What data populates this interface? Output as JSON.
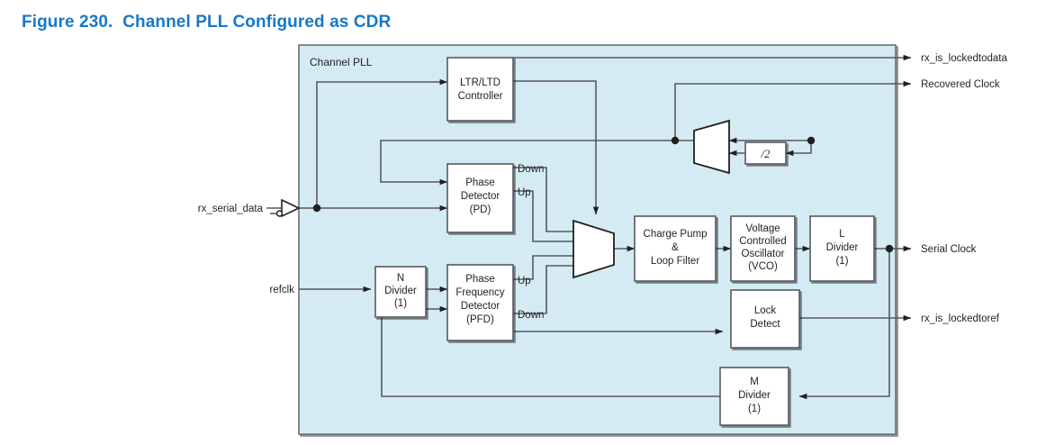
{
  "figure": {
    "label": "Figure 230.",
    "title": "Channel PLL Configured as CDR",
    "accent_color": "#1878c8"
  },
  "diagram": {
    "container_label": "Channel PLL",
    "container_fill": "#d4ebf4",
    "box_fill": "#ffffff",
    "line_color": "#58595b",
    "text_color": "#231f20",
    "blocks": [
      {
        "id": "ltr_ltd",
        "lines": [
          "LTR/LTD",
          "Controller"
        ]
      },
      {
        "id": "pd",
        "lines": [
          "Phase",
          "Detector",
          "(PD)"
        ]
      },
      {
        "id": "n_divider",
        "lines": [
          "N",
          "Divider",
          "(1)"
        ]
      },
      {
        "id": "pfd",
        "lines": [
          "Phase",
          "Frequency",
          "Detector",
          "(PFD)"
        ]
      },
      {
        "id": "charge_pump",
        "lines": [
          "Charge Pump",
          "&",
          "Loop Filter"
        ]
      },
      {
        "id": "vco",
        "lines": [
          "Voltage",
          "Controlled",
          "Oscillator",
          "(VCO)"
        ]
      },
      {
        "id": "l_divider",
        "lines": [
          "L",
          "Divider",
          "(1)"
        ]
      },
      {
        "id": "lock_detect",
        "lines": [
          "Lock",
          "Detect"
        ]
      },
      {
        "id": "m_divider",
        "lines": [
          "M",
          "Divider",
          "(1)"
        ]
      },
      {
        "id": "div2",
        "lines": [
          "/2"
        ]
      }
    ],
    "inputs": [
      {
        "id": "rx_serial_data",
        "label": "rx_serial_data"
      },
      {
        "id": "refclk",
        "label": "refclk"
      }
    ],
    "outputs": [
      {
        "id": "rx_is_lockedtodata",
        "label": "rx_is_lockedtodata"
      },
      {
        "id": "recovered_clock",
        "label": "Recovered Clock"
      },
      {
        "id": "serial_clock",
        "label": "Serial Clock"
      },
      {
        "id": "rx_is_lockedtoref",
        "label": "rx_is_lockedtoref"
      }
    ],
    "port_labels": {
      "pd_down": "Down",
      "pd_up": "Up",
      "pfd_up": "Up",
      "pfd_down": "Down"
    }
  }
}
